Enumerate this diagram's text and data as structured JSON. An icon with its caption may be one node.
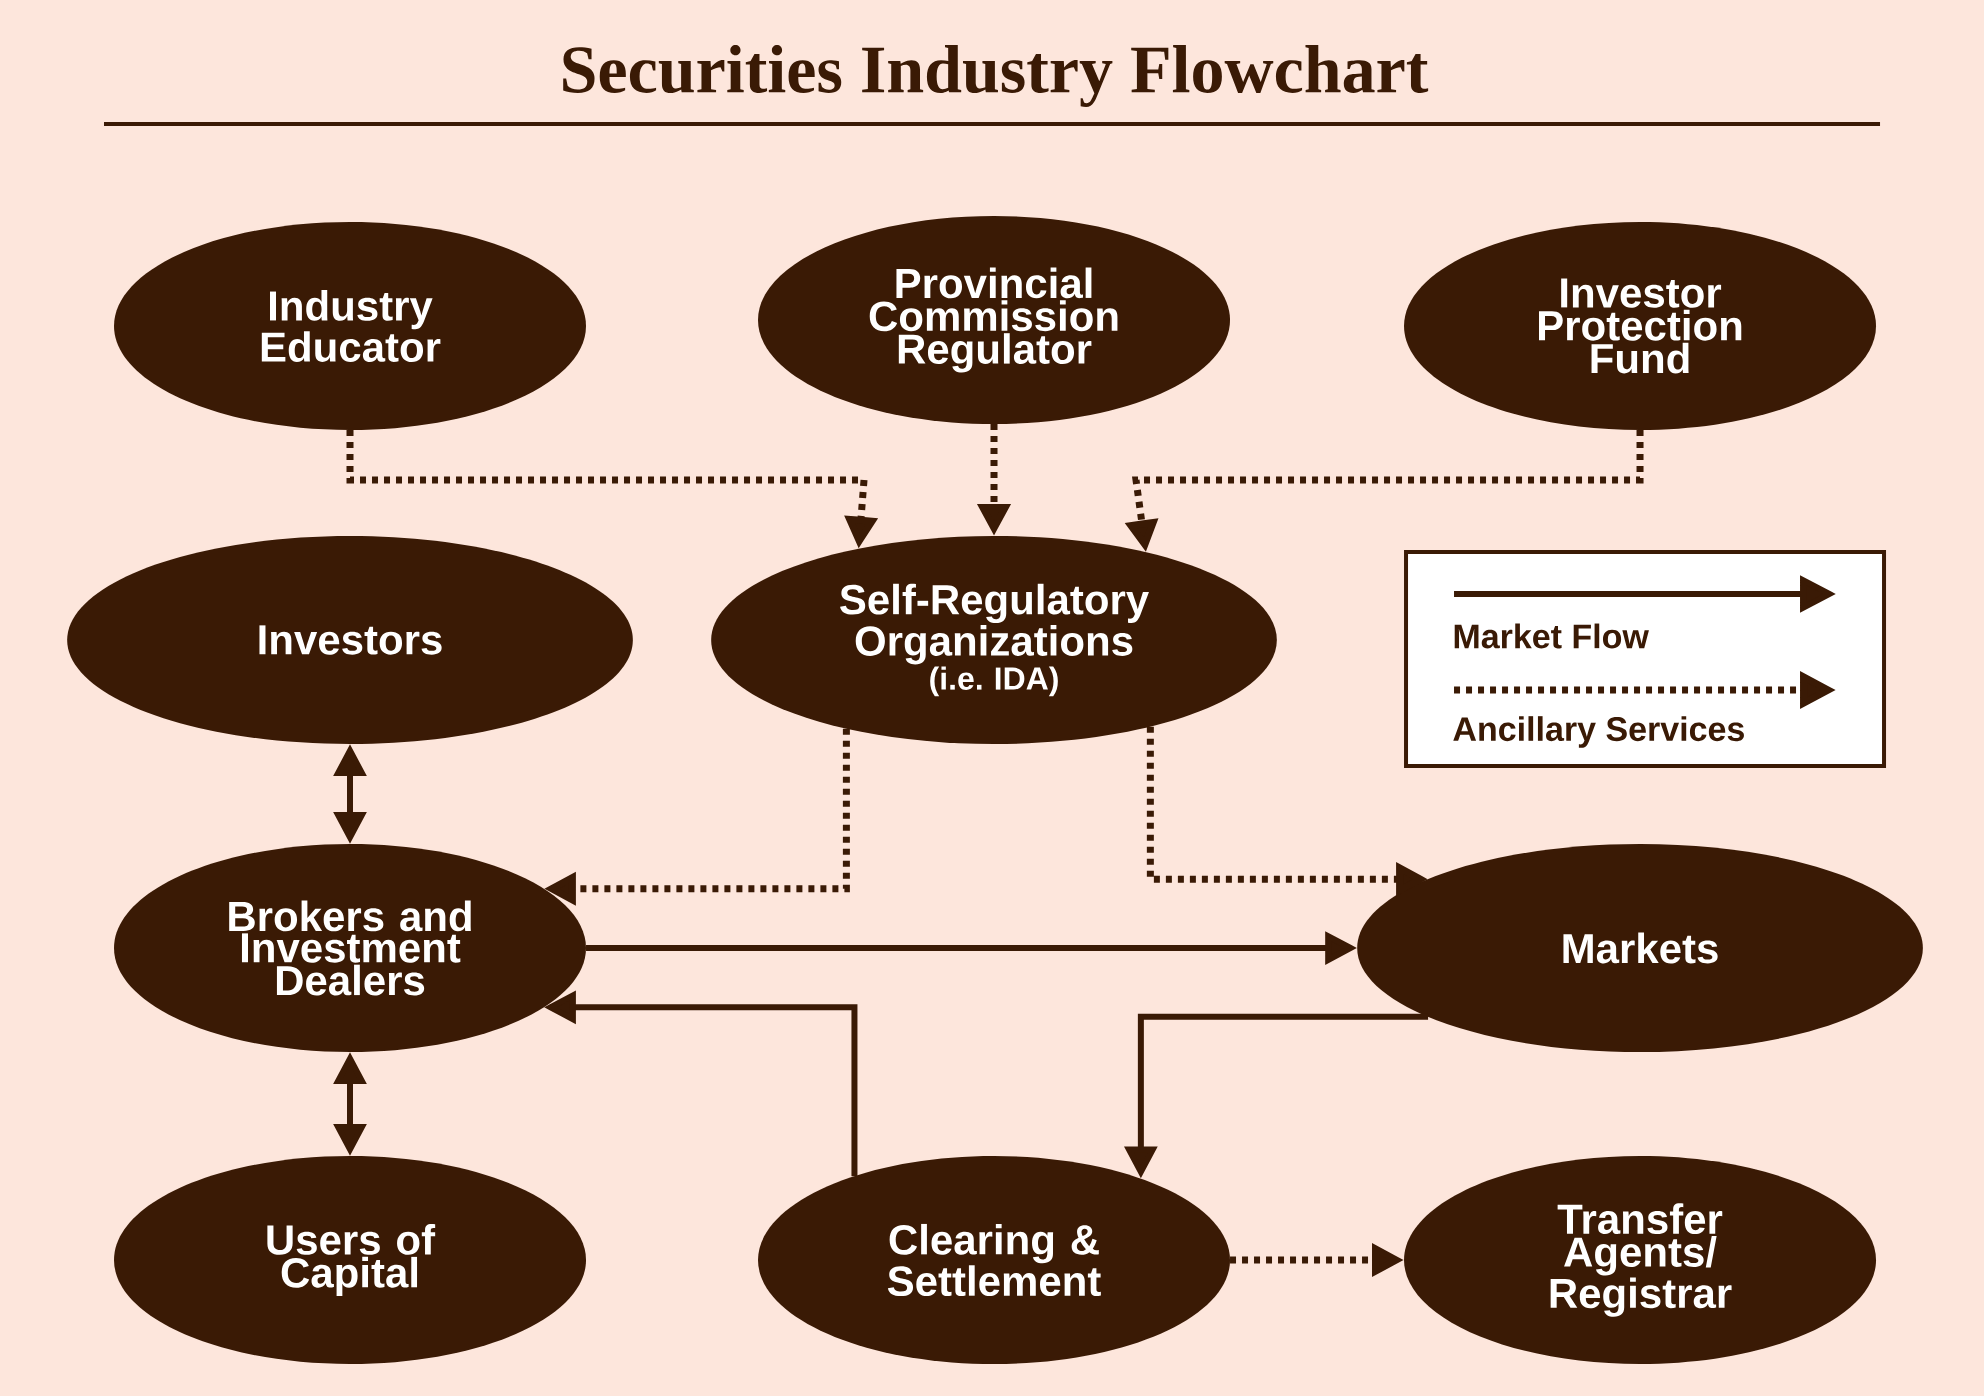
{
  "diagram": {
    "title": "Securities Industry Flowchart",
    "nodes": [
      {
        "text": [
          "Industry Educator"
        ]
      },
      {
        "text": [
          "Provincial Commission Regulator"
        ]
      },
      {
        "text": [
          "Investor Protection Fund"
        ]
      },
      {
        "text": [
          "Investors"
        ]
      },
      {
        "text": [
          "Self-Regulatory Organizations",
          "(i.e. IDA)"
        ]
      },
      {
        "text": [
          "Brokers and Investment Dealers"
        ]
      },
      {
        "text": [
          "Markets"
        ]
      },
      {
        "text": [
          "Users of Capital"
        ]
      },
      {
        "text": [
          "Clearing & Settlement"
        ]
      },
      {
        "text": [
          "Transfer Agents/ Registrar"
        ]
      }
    ],
    "edges": [
      {
        "from": 0,
        "to": 4,
        "arrow": "to",
        "style": "dashed"
      },
      {
        "from": 1,
        "to": 4,
        "arrow": "to",
        "style": "dashed"
      },
      {
        "from": 2,
        "to": 4,
        "arrow": "to",
        "style": "dashed"
      },
      {
        "from": 3,
        "to": 5,
        "arrow": "both"
      },
      {
        "from": 4,
        "to": 5,
        "arrow": "to",
        "style": "dashed"
      },
      {
        "from": 4,
        "to": 6,
        "arrow": "to",
        "style": "dashed"
      },
      {
        "from": 5,
        "to": 6,
        "arrow": "to"
      },
      {
        "from": 8,
        "to": 5,
        "arrow": "to"
      },
      {
        "from": 6,
        "to": 8,
        "arrow": "to"
      },
      {
        "from": 5,
        "to": 7,
        "arrow": "both"
      },
      {
        "from": 8,
        "to": 9,
        "arrow": "to",
        "style": "dashed"
      }
    ],
    "legend": [
      {
        "text": "Market Flow"
      },
      {
        "text": "Ancillary Services"
      }
    ]
  }
}
